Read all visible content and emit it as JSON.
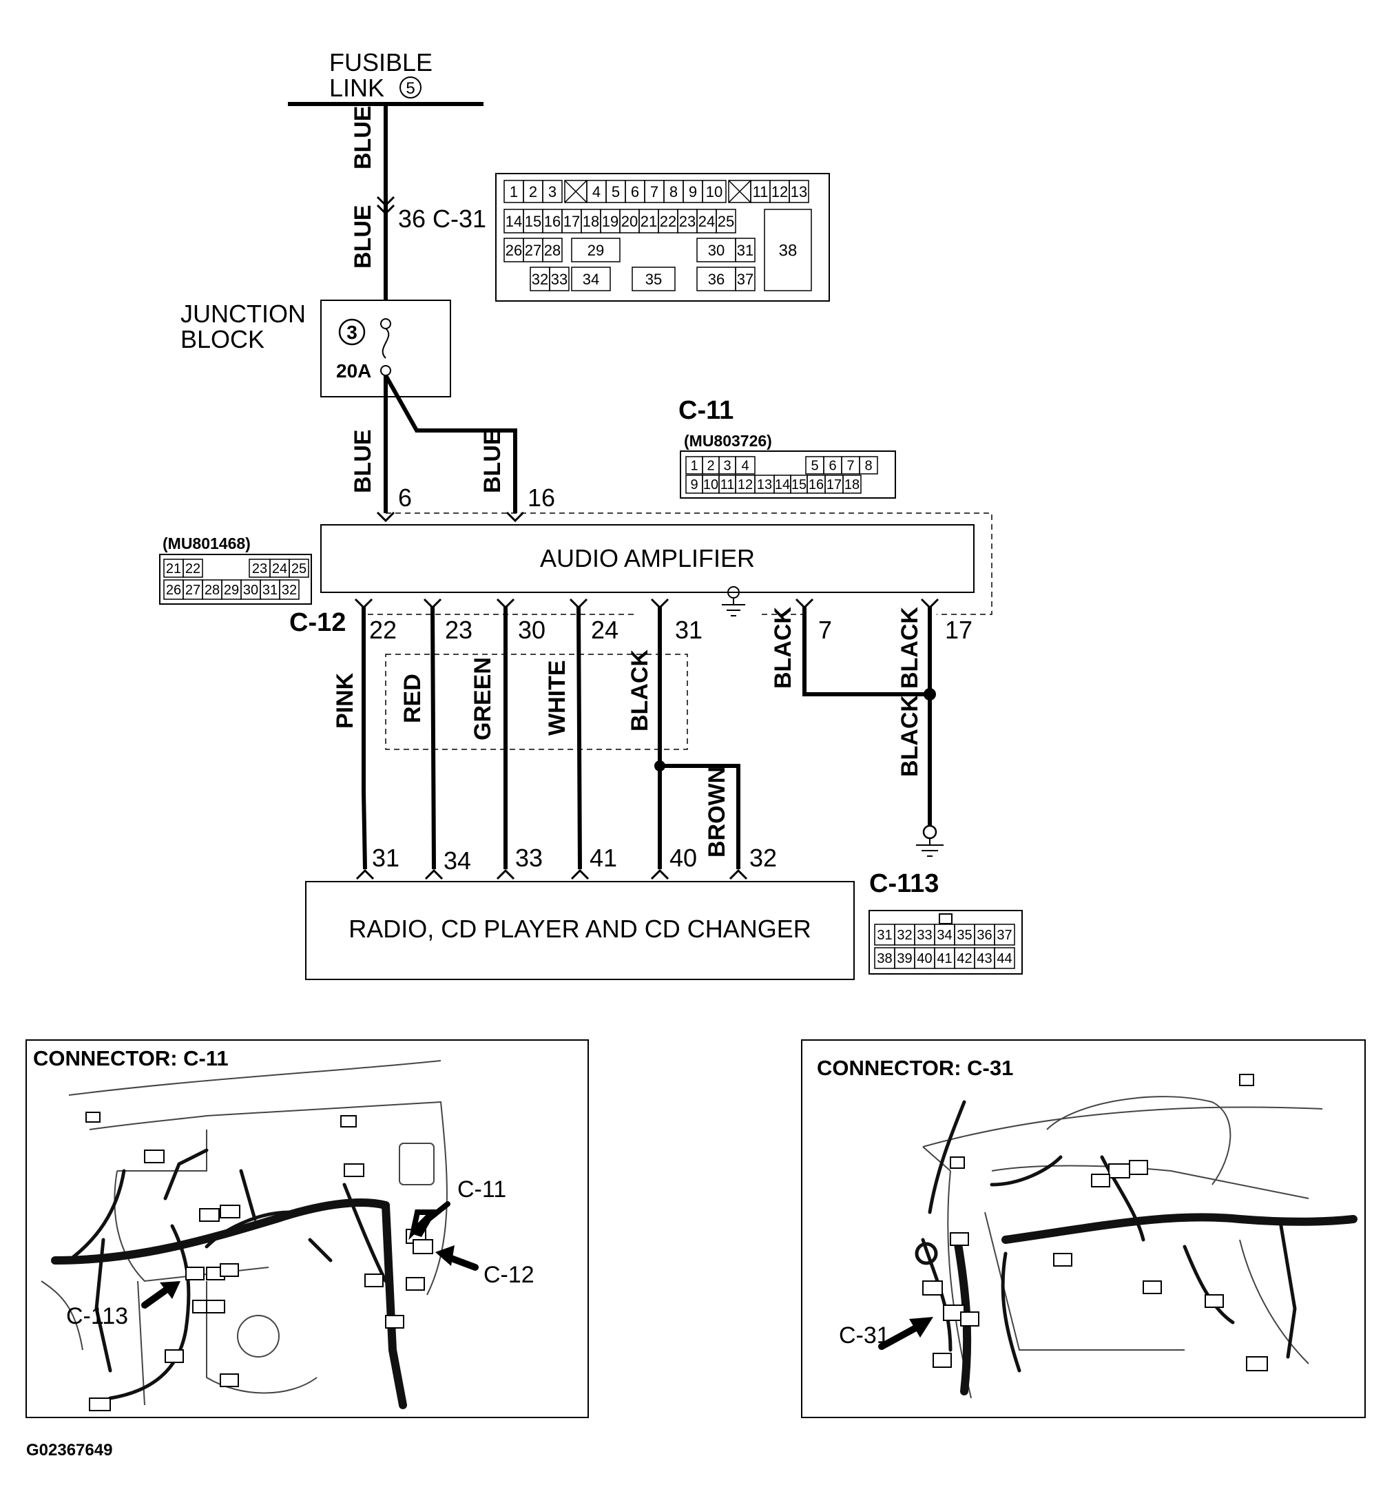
{
  "fusible_link": {
    "line1": "FUSIBLE",
    "line2": "LINK",
    "num": "5"
  },
  "junction_block": {
    "line1": "JUNCTION",
    "line2": "BLOCK",
    "fuse_num": "3",
    "rating": "20A"
  },
  "c31_ref": "36 C-31",
  "components": {
    "amplifier": "AUDIO AMPLIFIER",
    "radio": "RADIO, CD PLAYER AND CD CHANGER"
  },
  "connector_labels": {
    "c11": "C-11",
    "c12": "C-12",
    "c113": "C-113"
  },
  "part_numbers": {
    "c11": "(MU803726)",
    "c12": "(MU801468)"
  },
  "wires": {
    "blue_top1": "BLUE",
    "blue_top2": "BLUE",
    "blue_6": "BLUE",
    "blue_16": "BLUE",
    "pink": "PINK",
    "red": "RED",
    "green": "GREEN",
    "white": "WHITE",
    "black_31": "BLACK",
    "brown": "BROWN",
    "black_7": "BLACK",
    "black_17": "BLACK",
    "black_gnd": "BLACK"
  },
  "pins": {
    "amp_top": [
      "6",
      "16"
    ],
    "amp_bottom": [
      "22",
      "23",
      "30",
      "24",
      "31"
    ],
    "amp_gnd": [
      "7",
      "17"
    ],
    "radio": [
      "31",
      "34",
      "33",
      "41",
      "40",
      "32"
    ]
  },
  "c31_grid": {
    "row1": [
      "1",
      "2",
      "3",
      "",
      "4",
      "5",
      "6",
      "7",
      "8",
      "9",
      "10",
      "",
      "11",
      "12",
      "13"
    ],
    "row2": [
      "14",
      "15",
      "16",
      "17",
      "18",
      "19",
      "20",
      "21",
      "22",
      "23",
      "24",
      "25"
    ],
    "row3": [
      "26",
      "27",
      "28",
      "29",
      "30",
      "31"
    ],
    "row4": [
      "32",
      "33",
      "34",
      "35",
      "36",
      "37"
    ],
    "big": "38"
  },
  "c11_grid": {
    "row1": [
      "1",
      "2",
      "3",
      "4",
      "",
      "5",
      "6",
      "7",
      "8"
    ],
    "row2": [
      "9",
      "10",
      "11",
      "12",
      "13",
      "14",
      "15",
      "16",
      "17",
      "18"
    ]
  },
  "c12_grid": {
    "row1": [
      "21",
      "22",
      "",
      "23",
      "24",
      "25"
    ],
    "row2": [
      "26",
      "27",
      "28",
      "29",
      "30",
      "31",
      "32"
    ]
  },
  "c113_grid": {
    "row1": [
      "31",
      "32",
      "33",
      "34",
      "35",
      "36",
      "37"
    ],
    "row2": [
      "38",
      "39",
      "40",
      "41",
      "42",
      "43",
      "44"
    ]
  },
  "panels": {
    "left_title": "CONNECTOR: C-11",
    "left_callouts": [
      "C-11",
      "C-12",
      "C-113"
    ],
    "right_title": "CONNECTOR: C-31",
    "right_callouts": [
      "C-31"
    ]
  },
  "figure_id": "G02367649"
}
